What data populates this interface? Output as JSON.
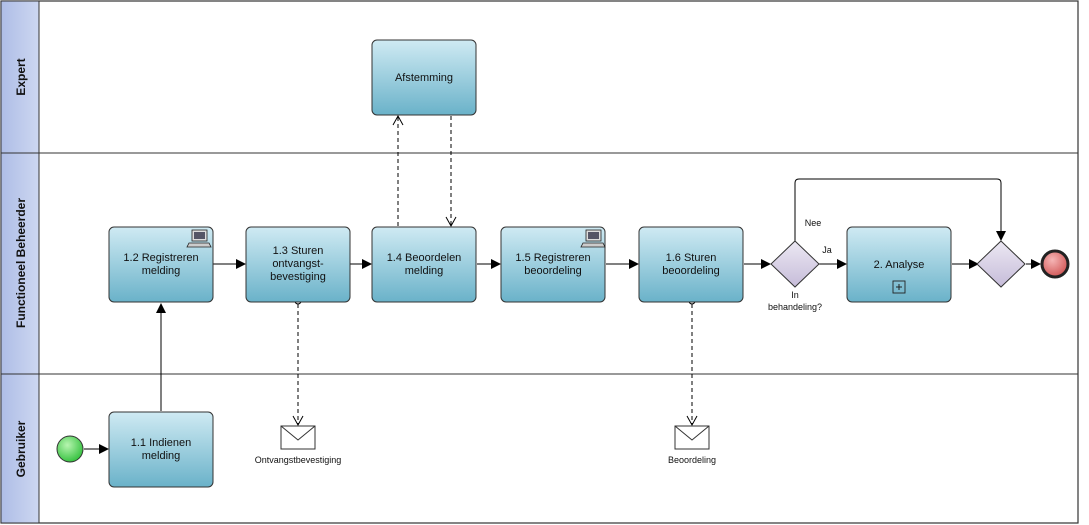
{
  "lanes": {
    "expert": "Expert",
    "functioneel": "Functioneel Beheerder",
    "gebruiker": "Gebruiker"
  },
  "tasks": {
    "t11": [
      "1.1 Indienen",
      "melding"
    ],
    "t12": [
      "1.2 Registreren",
      "melding"
    ],
    "t13": [
      "1.3 Sturen",
      "ontvangst-",
      "bevestiging"
    ],
    "t14": [
      "1.4 Beoordelen",
      "melding"
    ],
    "t15": [
      "1.5 Registreren",
      "beoordeling"
    ],
    "t16": [
      "1.6 Sturen",
      "beoordeling"
    ],
    "afstemming": "Afstemming",
    "analyse": "2. Analyse"
  },
  "gateway": {
    "question": [
      "In",
      "behandeling?"
    ],
    "yes": "Ja",
    "no": "Nee"
  },
  "messages": {
    "ontvangst": "Ontvangstbevestiging",
    "beoordeling": "Beoordeling"
  },
  "icons": {
    "computer": "computer-icon",
    "envelope": "envelope-icon",
    "subprocess": "subprocess-plus-icon"
  },
  "colors": {
    "task_fill_top": "#c6e6f0",
    "task_fill_bottom": "#6fb6cc",
    "lane_header": "#b9c6e8",
    "gateway": "#d9d2e6",
    "start": "#5cd65c",
    "end": "#e07070"
  }
}
